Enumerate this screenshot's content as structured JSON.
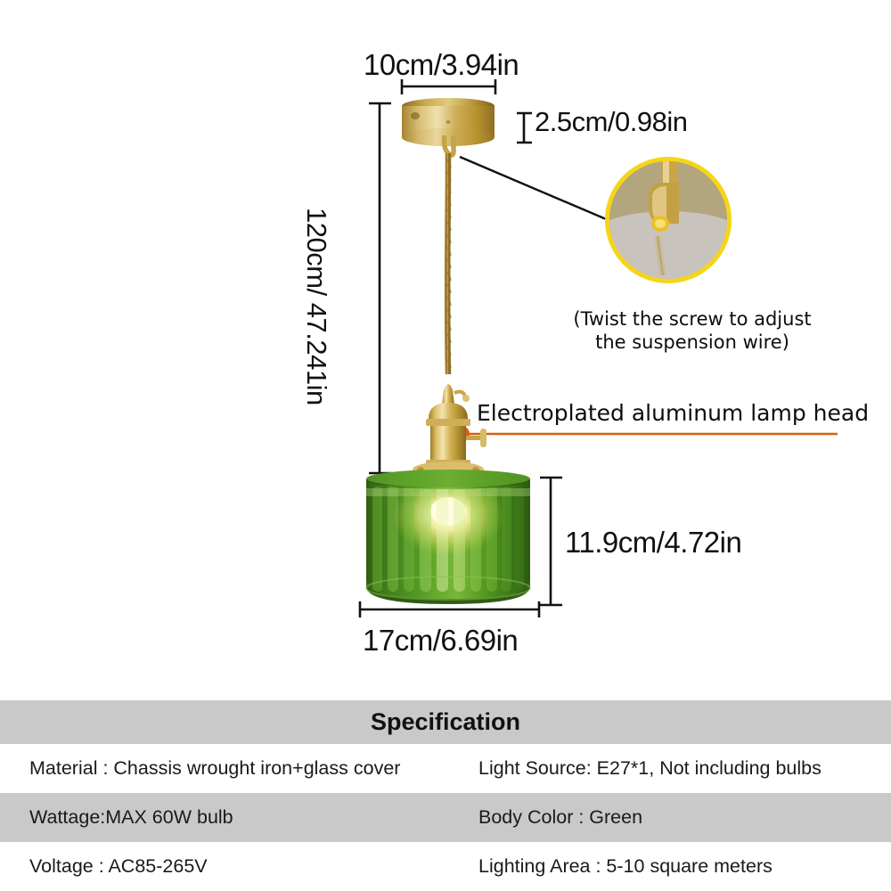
{
  "diagram": {
    "dimensions": {
      "canopy_diameter": "10cm/3.94in",
      "canopy_height": "2.5cm/0.98in",
      "drop_length": "120cm/ 47.241in",
      "shade_height": "11.9cm/4.72in",
      "shade_diameter": "17cm/6.69in"
    },
    "callouts": {
      "lamp_head": "Electroplated aluminum lamp head",
      "magnifier_caption": "(Twist the screw to adjust the suspension wire)"
    },
    "colors": {
      "glass_green": "#4f8f22",
      "glass_green_dark": "#2f6212",
      "brass": "#c9a544",
      "brass_light": "#e8d79a",
      "magnifier_ring": "#f6d518",
      "callout_line": "#d4600f",
      "callout_dot": "#e8551b",
      "bulb_glow": "#fff3a8"
    }
  },
  "specification": {
    "title": "Specification",
    "rows": [
      {
        "left": "Material : Chassis wrought iron+glass cover",
        "right": "Light Source: E27*1, Not including bulbs"
      },
      {
        "left": "Wattage:MAX 60W bulb",
        "right": "Body Color : Green"
      },
      {
        "left": "Voltage : AC85-265V",
        "right": "Lighting Area : 5-10 square meters"
      }
    ]
  }
}
